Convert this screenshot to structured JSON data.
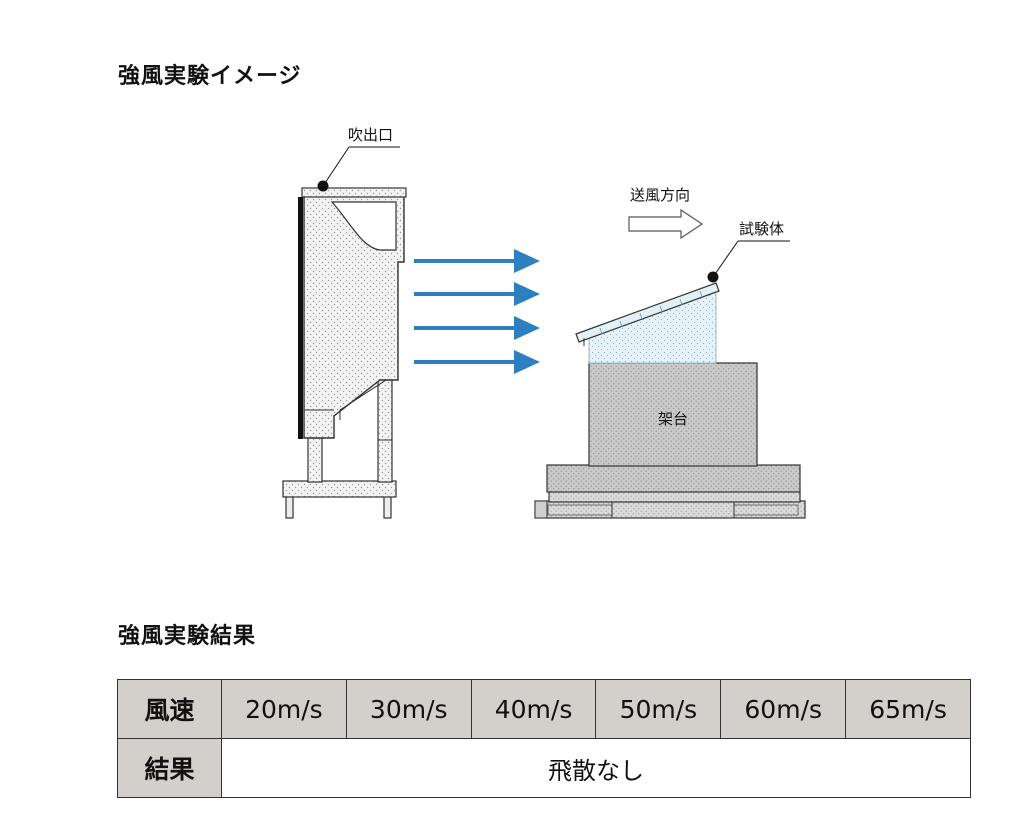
{
  "sections": {
    "image_title": "強風実験イメージ",
    "results_title": "強風実験結果"
  },
  "diagram": {
    "labels": {
      "outlet": "吹出口",
      "wind_direction": "送風方向",
      "specimen": "試験体",
      "stand": "架台"
    },
    "colors": {
      "wind_arrows": "#2e7fc0",
      "machine_fill": "#f2f2f2",
      "stand_fill": "#c8c8c8",
      "specimen_fill": "#e4f0f7"
    }
  },
  "table": {
    "header_label": "風速",
    "speeds": [
      "20m/s",
      "30m/s",
      "40m/s",
      "50m/s",
      "60m/s",
      "65m/s"
    ],
    "result_label": "結果",
    "result_value": "飛散なし",
    "header_bg": "#d3cfca"
  }
}
